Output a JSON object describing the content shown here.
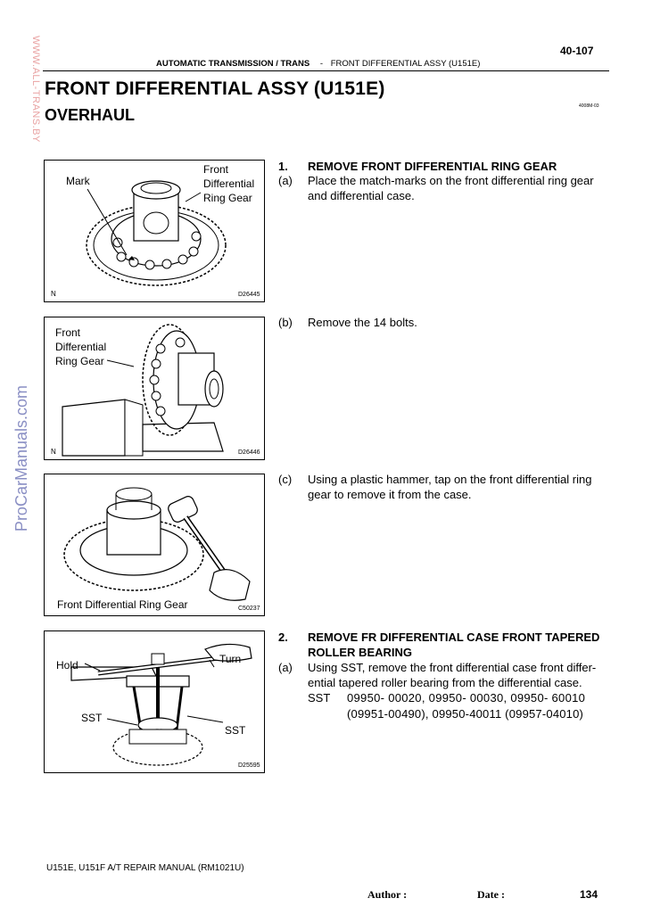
{
  "header": {
    "page_number": "40-107",
    "section": "AUTOMATIC TRANSMISSION / TRANS",
    "separator": "-",
    "topic": "FRONT DIFFERENTIAL ASSY (U151E)"
  },
  "title": "FRONT DIFFERENTIAL ASSY (U151E)",
  "subtitle": "OVERHAUL",
  "doc_code": "4008M-03",
  "watermarks": {
    "top": "WWW.ALL-TRANS.BY",
    "side": "ProCarManuals.com"
  },
  "figures": [
    {
      "labels": [
        "Mark",
        "Front",
        "Differential",
        "Ring Gear"
      ],
      "marker": "N",
      "code": "D26445"
    },
    {
      "labels": [
        "Front",
        "Differential",
        "Ring Gear"
      ],
      "marker": "N",
      "code": "D26446"
    },
    {
      "labels": [
        "Front Differential Ring Gear"
      ],
      "code": "C50237"
    },
    {
      "labels": [
        "Hold",
        "Turn",
        "SST",
        "SST"
      ],
      "code": "D25595"
    }
  ],
  "steps": [
    {
      "num": "1.",
      "title": "REMOVE FRONT DIFFERENTIAL RING GEAR"
    },
    {
      "num": "2.",
      "title_line1": "REMOVE FR DIFFERENTIAL CASE FRONT TAPERED",
      "title_line2": "ROLLER BEARING"
    }
  ],
  "substeps": {
    "a1": {
      "label": "(a)",
      "line1": "Place the match-marks on the front differential ring gear",
      "line2": "and differential case."
    },
    "b1": {
      "label": "(b)",
      "line1": "Remove the 14 bolts."
    },
    "c1": {
      "label": "(c)",
      "line1": "Using a plastic hammer, tap on the front differential ring",
      "line2": "gear to remove it from the case."
    },
    "a2": {
      "label": "(a)",
      "line1": "Using SST, remove the front differential case front differ-",
      "line2": "ential tapered roller bearing from the differential case.",
      "sst_label": "SST",
      "sst_line1": "09950- 00020,  09950- 00030,  09950- 60010",
      "sst_line2": "(09951-00490),    09950-40011  (09957-04010)"
    }
  },
  "footer": {
    "manual": "U151E, U151F A/T REPAIR MANUAL   (RM1021U)",
    "author": "Author :",
    "date": "Date :",
    "page": "134"
  }
}
